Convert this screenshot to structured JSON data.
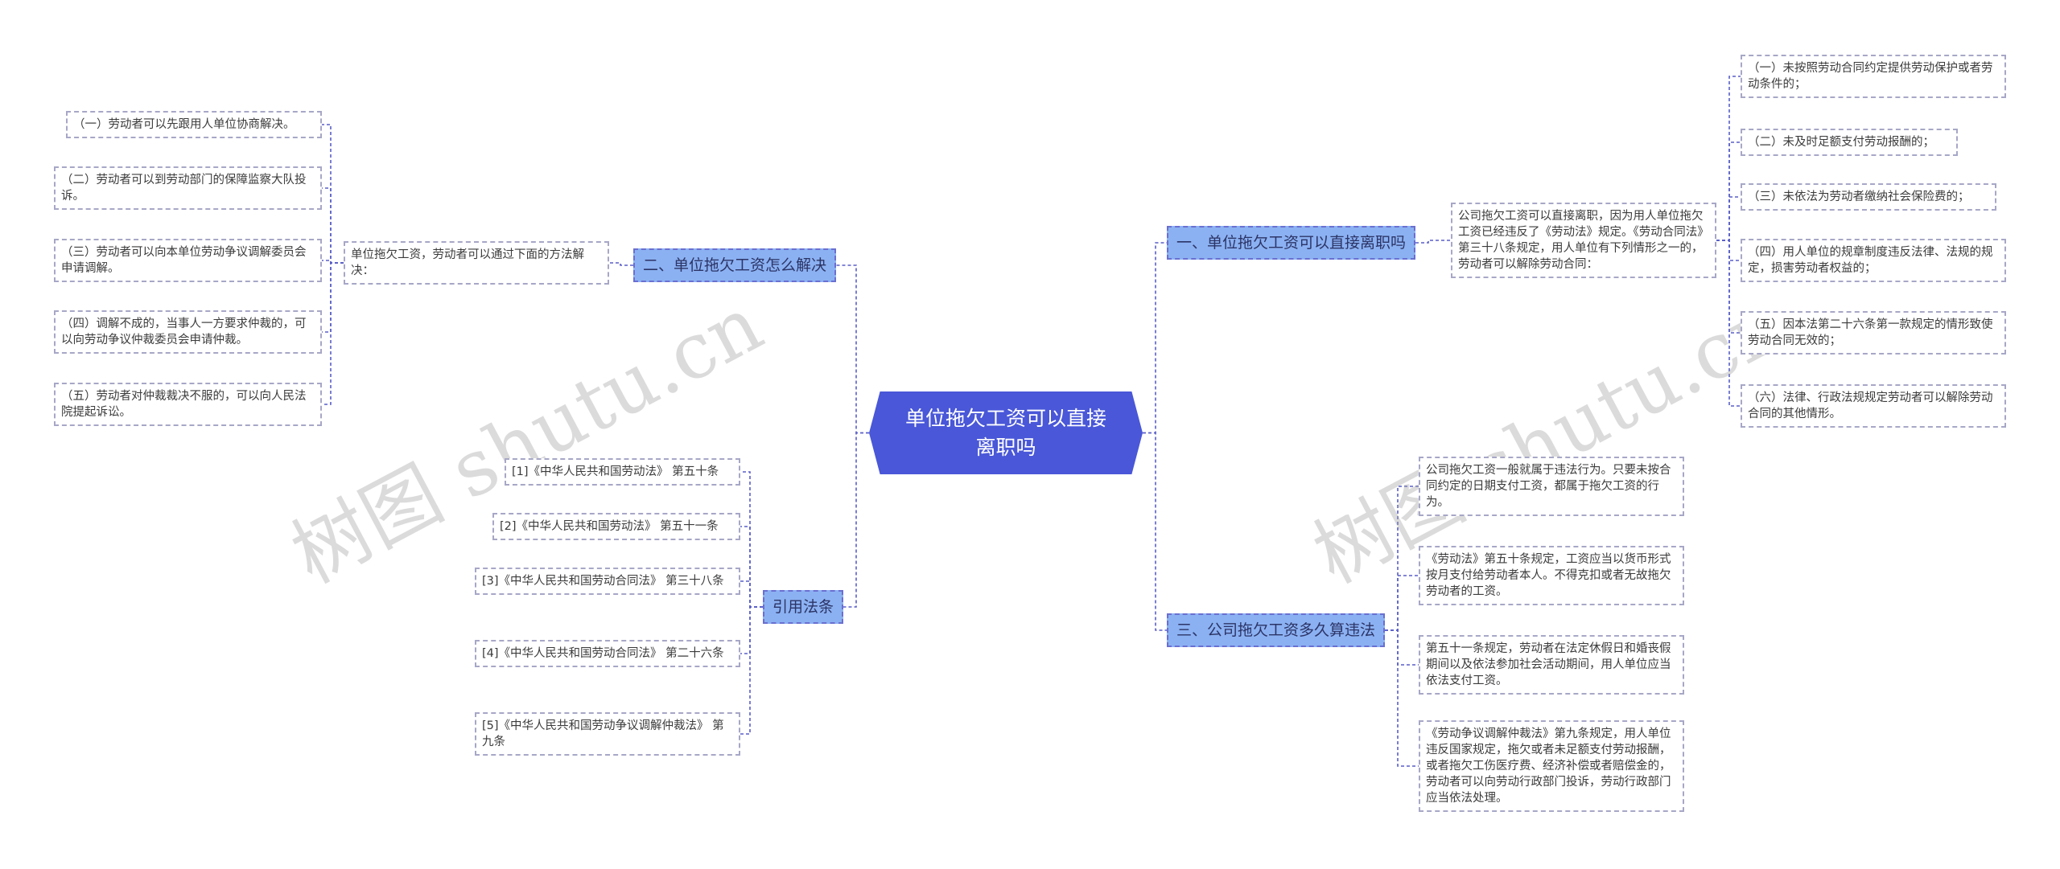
{
  "root": {
    "label": "单位拖欠工资可以直接离职吗"
  },
  "branches": {
    "b1": {
      "label": "一、单位拖欠工资可以直接离职吗"
    },
    "b2": {
      "label": "二、单位拖欠工资怎么解决"
    },
    "b3": {
      "label": "三、公司拖欠工资多久算违法"
    },
    "b4": {
      "label": "引用法条"
    }
  },
  "b1": {
    "summary": "公司拖欠工资可以直接离职，因为用人单位拖欠工资已经违反了《劳动法》规定。《劳动合同法》第三十八条规定，用人单位有下列情形之一的，劳动者可以解除劳动合同：",
    "items": [
      "（一）未按照劳动合同约定提供劳动保护或者劳动条件的；",
      "（二）未及时足额支付劳动报酬的；",
      "（三）未依法为劳动者缴纳社会保险费的；",
      "（四）用人单位的规章制度违反法律、法规的规定，损害劳动者权益的；",
      "（五）因本法第二十六条第一款规定的情形致使劳动合同无效的；",
      "（六）法律、行政法规规定劳动者可以解除劳动合同的其他情形。"
    ]
  },
  "b2": {
    "summary": "单位拖欠工资，劳动者可以通过下面的方法解决：",
    "items": [
      "（一）劳动者可以先跟用人单位协商解决。",
      "（二）劳动者可以到劳动部门的保障监察大队投诉。",
      "（三）劳动者可以向本单位劳动争议调解委员会申请调解。",
      "（四）调解不成的，当事人一方要求仲裁的，可以向劳动争议仲裁委员会申请仲裁。",
      "（五）劳动者对仲裁裁决不服的，可以向人民法院提起诉讼。"
    ]
  },
  "b3": {
    "items": [
      "公司拖欠工资一般就属于违法行为。只要未按合同约定的日期支付工资，都属于拖欠工资的行为。",
      "《劳动法》第五十条规定，工资应当以货币形式按月支付给劳动者本人。不得克扣或者无故拖欠劳动者的工资。",
      "第五十一条规定，劳动者在法定休假日和婚丧假期间以及依法参加社会活动期间，用人单位应当依法支付工资。",
      "《劳动争议调解仲裁法》第九条规定，用人单位违反国家规定，拖欠或者未足额支付劳动报酬，或者拖欠工伤医疗费、经济补偿或者赔偿金的，劳动者可以向劳动行政部门投诉，劳动行政部门应当依法处理。"
    ]
  },
  "b4": {
    "items": [
      "[1]《中华人民共和国劳动法》 第五十条",
      "[2]《中华人民共和国劳动法》 第五十一条",
      "[3]《中华人民共和国劳动合同法》 第三十八条",
      "[4]《中华人民共和国劳动合同法》 第二十六条",
      "[5]《中华人民共和国劳动争议调解仲裁法》 第九条"
    ]
  },
  "watermark": {
    "left": "树图 shutu.cn",
    "right": "树图 shutu.cn"
  },
  "colors": {
    "root": "#4957d8",
    "branch": "#8bb1f2",
    "line": "#5a5fc8",
    "leaf_border": "#a7a7c7"
  }
}
